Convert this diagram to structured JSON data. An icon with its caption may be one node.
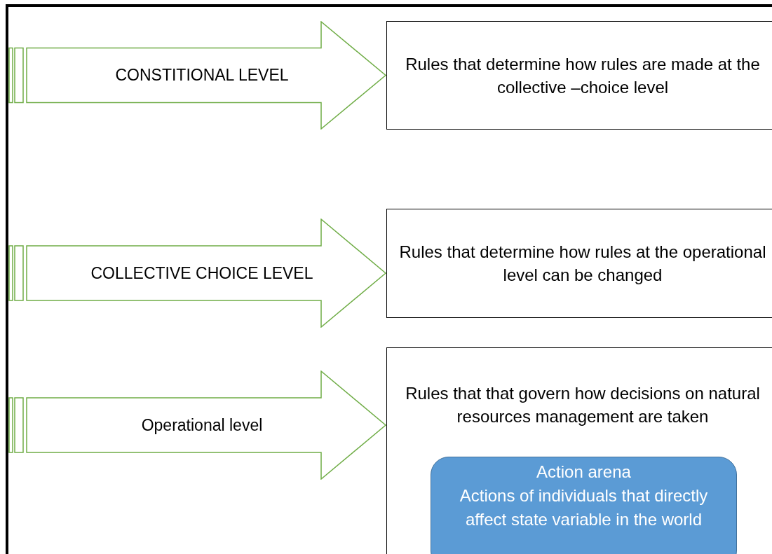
{
  "diagram": {
    "nodes": [
      {
        "text": [
          "CONSTITIONAL LEVEL"
        ]
      },
      {
        "text": [
          "Rules that determine how rules are made at the collective –choice level"
        ]
      },
      {
        "text": [
          "COLLECTIVE CHOICE LEVEL"
        ]
      },
      {
        "text": [
          "Rules that determine how rules at the operational level can be changed"
        ]
      },
      {
        "text": [
          "Operational level"
        ]
      },
      {
        "text": [
          "Rules that that govern how decisions on natural resources management are taken"
        ]
      },
      {
        "text": [
          "Action arena",
          "Actions of individuals that directly affect state variable in the world"
        ],
        "in": 5
      }
    ]
  }
}
